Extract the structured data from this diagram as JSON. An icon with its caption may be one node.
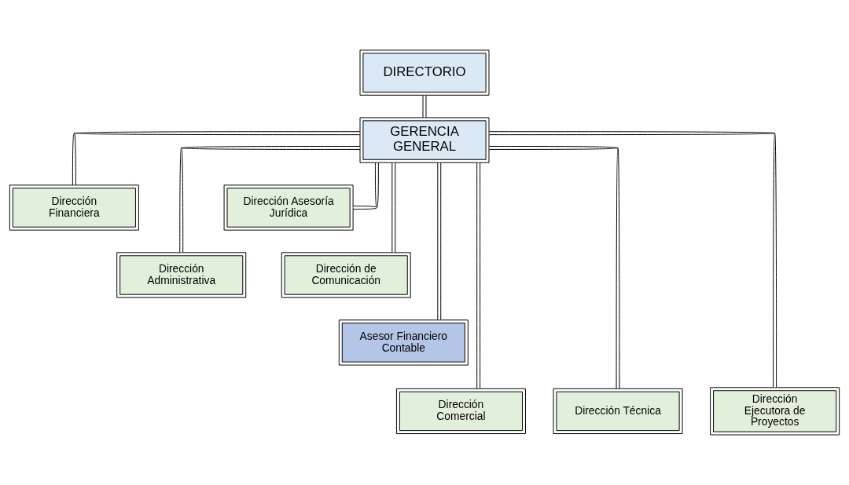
{
  "diagram": {
    "nodes": [
      {
        "text": [
          "DIRECTORIO"
        ]
      },
      {
        "text": [
          "GERENCIA GENERAL"
        ]
      },
      {
        "text": [
          "Dirección Financiera"
        ]
      },
      {
        "text": [
          "Dirección Administrativa"
        ]
      },
      {
        "text": [
          "Dirección Asesoría Jurídica"
        ]
      },
      {
        "text": [
          "Dirección de Comunicación"
        ]
      },
      {
        "text": [
          "Asesor Financiero Contable"
        ]
      },
      {
        "text": [
          "Dirección Comercial"
        ]
      },
      {
        "text": [
          "Dirección Técnica"
        ]
      },
      {
        "text": [
          "Dirección Ejecutora de Proyectos"
        ]
      }
    ],
    "edges": [
      {
        "from": 0,
        "to": 1,
        "arrow": "none"
      },
      {
        "from": 1,
        "to": 2,
        "arrow": "none"
      },
      {
        "from": 1,
        "to": 3,
        "arrow": "none"
      },
      {
        "from": 1,
        "to": 4,
        "arrow": "none"
      },
      {
        "from": 1,
        "to": 5,
        "arrow": "none"
      },
      {
        "from": 1,
        "to": 6,
        "arrow": "none"
      },
      {
        "from": 1,
        "to": 7,
        "arrow": "none"
      },
      {
        "from": 1,
        "to": 8,
        "arrow": "none"
      },
      {
        "from": 1,
        "to": 9,
        "arrow": "none"
      }
    ]
  }
}
